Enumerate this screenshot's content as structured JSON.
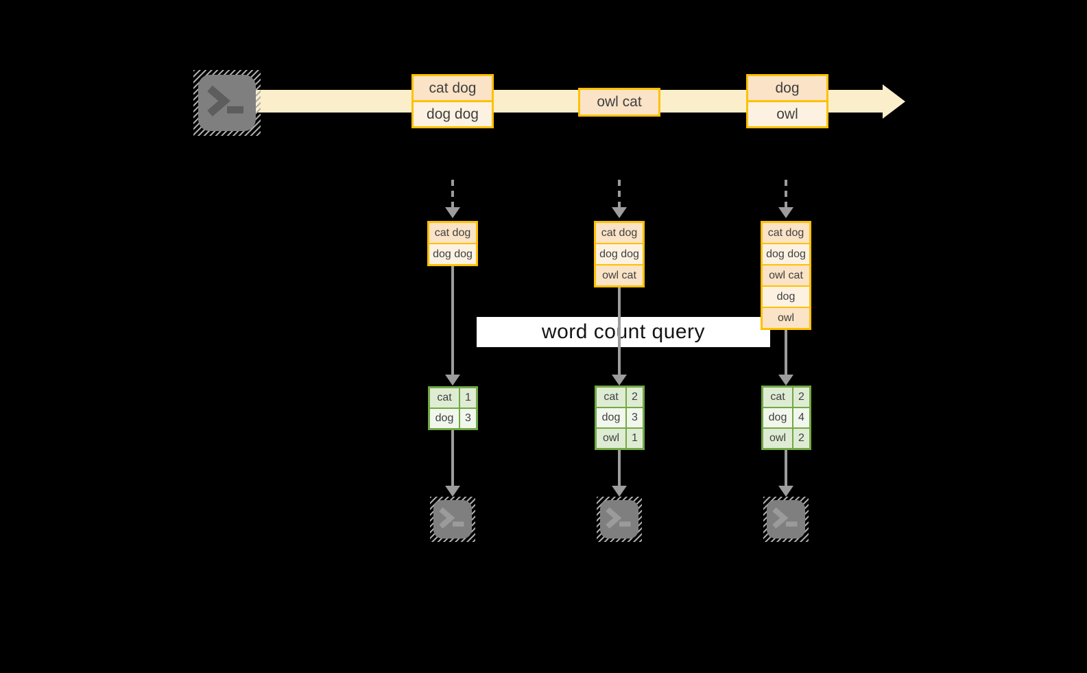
{
  "diagram": {
    "query_label": "word count query",
    "stream_events": [
      {
        "cells": [
          "cat dog",
          "dog dog"
        ]
      },
      {
        "cells": [
          "owl cat"
        ]
      },
      {
        "cells": [
          "dog",
          "owl"
        ]
      }
    ],
    "event_logs": [
      {
        "cells": [
          "cat dog",
          "dog dog"
        ]
      },
      {
        "cells": [
          "cat dog",
          "dog dog",
          "owl cat"
        ]
      },
      {
        "cells": [
          "cat dog",
          "dog dog",
          "owl cat",
          "dog",
          "owl"
        ]
      }
    ],
    "count_tables": [
      {
        "rows": [
          {
            "word": "cat",
            "count": "1"
          },
          {
            "word": "dog",
            "count": "3"
          }
        ]
      },
      {
        "rows": [
          {
            "word": "cat",
            "count": "2"
          },
          {
            "word": "dog",
            "count": "3"
          },
          {
            "word": "owl",
            "count": "1"
          }
        ]
      },
      {
        "rows": [
          {
            "word": "cat",
            "count": "2"
          },
          {
            "word": "dog",
            "count": "4"
          },
          {
            "word": "owl",
            "count": "2"
          }
        ]
      }
    ],
    "colors": {
      "gold_border": "#FFC000",
      "peach_dark": "#FAE3C6",
      "peach_light": "#FDF2E2",
      "stream_band": "#FBEFCB",
      "green_border": "#72A843",
      "green_cell_dark": "#DFECD4",
      "green_cell_light": "#F1F7EC",
      "arrow_gray": "#9D9D9D",
      "terminal_gray": "#7F7F7F",
      "query_band_bg": "#FFFFFF"
    }
  }
}
